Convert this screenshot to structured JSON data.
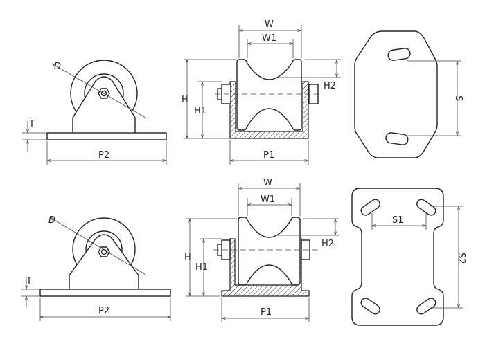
{
  "top": {
    "side_view": {
      "diameter": "D",
      "thickness": "T",
      "plate_length": "P2"
    },
    "front_view": {
      "width": "W",
      "inner_width": "W1",
      "height": "H",
      "axle_height": "H1",
      "groove_depth": "H2",
      "channel_width": "P1"
    },
    "plate_view": {
      "hole_spacing": "S"
    }
  },
  "bottom": {
    "side_view": {
      "diameter": "D",
      "thickness": "T",
      "plate_length": "P2"
    },
    "front_view": {
      "width": "W",
      "inner_width": "W1",
      "height": "H",
      "axle_height": "H1",
      "groove_depth": "H2",
      "channel_width": "P1"
    },
    "plate_view": {
      "hole_spacing_x": "S1",
      "hole_spacing_y": "S2"
    }
  }
}
